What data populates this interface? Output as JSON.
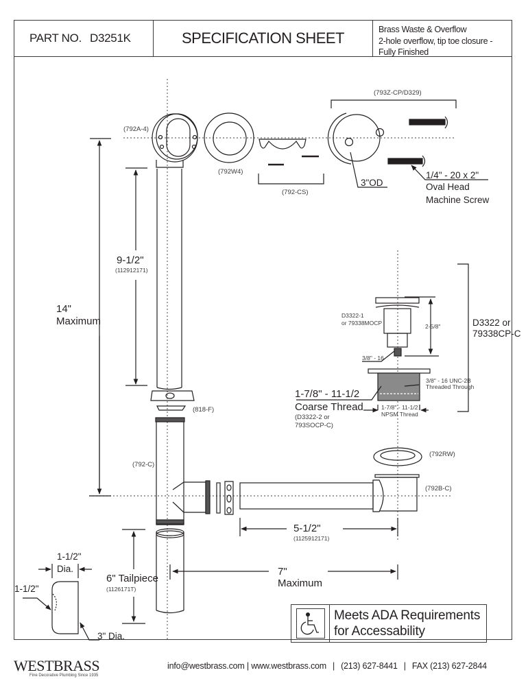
{
  "header": {
    "part_label": "PART NO.",
    "part_number": "D3251K",
    "title": "SPECIFICATION SHEET",
    "description_lines": [
      "Brass Waste & Overflow",
      "2-hole overflow, tip toe closure -",
      "Fully Finished"
    ]
  },
  "drawing": {
    "part_callouts": {
      "overflow_elbow": "(792A-4)",
      "gasket": "(792W4)",
      "clip_set": "(792-CS)",
      "faceplate_set": "(793Z-CP/D329)",
      "washer": "(818-F)",
      "tee": "(792-C)",
      "rubber_washer": "(792RW)",
      "shoe": "(792B-C)"
    },
    "faceplate_od": "3\"OD",
    "screw_spec": [
      "1/4\" - 20 x 2\"",
      "Oval Head",
      "Machine Screw"
    ],
    "stopper": {
      "cap_part": [
        "D3322-1",
        "or 79338MOCP"
      ],
      "height": "2-5/8\"",
      "stem_thread": "3/8\" - 16",
      "body_thread": [
        "3/8\" - 16 UNC-2B",
        "Threaded Through"
      ],
      "npsm": [
        "1-7/8\" - 11-1/2",
        "NPSM Thread"
      ],
      "assembly_part": [
        "D3322 or",
        "79338CP-C"
      ],
      "coarse_thread": [
        "1-7/8\" - 11-1/2",
        "Coarse Thread"
      ],
      "body_part": [
        "(D3322-2 or",
        "793SOCP-C)"
      ]
    },
    "dimensions": {
      "overflow_tube": {
        "value": "9-1/2\"",
        "part": "(112912171)"
      },
      "overall_height": {
        "value": "14\"",
        "note": "Maximum"
      },
      "shoe_tube": {
        "value": "5-1/2\"",
        "part": "(1125912171)"
      },
      "overall_width": {
        "value": "7\"",
        "note": "Maximum"
      },
      "tailpiece": {
        "value": "6\" Tailpiece",
        "part": "(1126171T)"
      },
      "hole_dia": [
        "1-1/2\"",
        "Dia."
      ],
      "hole_depth": "1-1/2\"",
      "tub_dia": "3\" Dia."
    }
  },
  "ada_badge": {
    "icon": "wheelchair-accessibility-icon",
    "lines": [
      "Meets  ADA Requirements",
      "for Accessability"
    ]
  },
  "footer": {
    "brand": "WESTBRASS",
    "tagline": "Fine Decorative Plumbing Since 1935",
    "email": "info@westbrass.com",
    "website": "www.westbrass.com",
    "phone": "(213) 627-8441",
    "fax": "FAX (213) 627-2844"
  }
}
